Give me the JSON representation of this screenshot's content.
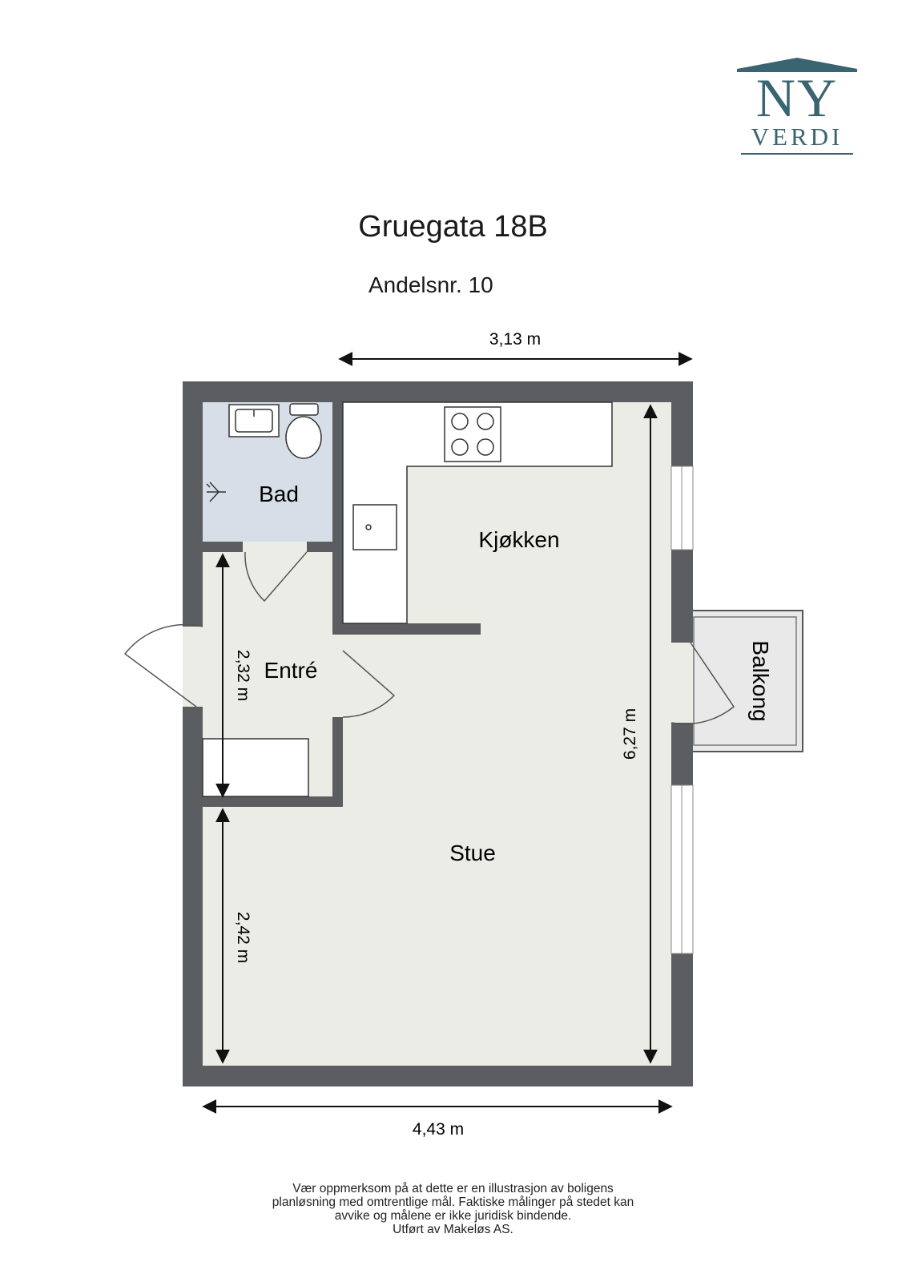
{
  "brand": {
    "line1": "NY",
    "line2": "VERDI",
    "color": "#3a6470"
  },
  "header": {
    "title": "Gruegata 18B",
    "subtitle": "Andelsnr. 10"
  },
  "rooms": {
    "bad": "Bad",
    "kjokken": "Kjøkken",
    "entre": "Entré",
    "stue": "Stue",
    "balkong": "Balkong"
  },
  "dimensions": {
    "top_width": "3,13 m",
    "bottom_width": "4,43 m",
    "right_height": "6,27 m",
    "entre_height": "2,32 m",
    "stue_height": "2,42 m"
  },
  "disclaimer": {
    "line1": "Vær oppmerksom på at dette er en illustrasjon av boligens",
    "line2": "planløsning med omtrentlige mål. Faktiske målinger på stedet kan",
    "line3": "avvike og målene er ikke juridisk bindende.",
    "line4": "Utført av Makeløs AS."
  },
  "colors": {
    "wall": "#5c5d60",
    "floor": "#ecece6",
    "bath_floor": "#d7dde6",
    "balcony_floor": "#e6e6e6"
  }
}
